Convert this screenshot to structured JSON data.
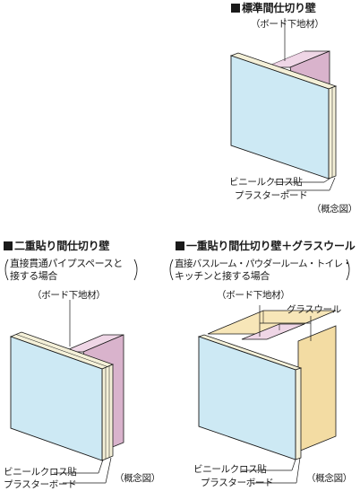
{
  "sections": {
    "standard": {
      "title": "標準間仕切り壁",
      "label_board_base": "（ボード下地材）",
      "label_cloth": "ビニールクロス貼",
      "label_plaster": "プラスターボード",
      "label_concept": "（概念図）"
    },
    "double": {
      "title": "二重貼り間仕切り壁",
      "note_line1": "直接貫通パイプスペースと",
      "note_line2": "接する場合",
      "label_board_base": "（ボード下地材）",
      "label_cloth": "ビニールクロス貼",
      "label_plaster": "プラスターボード",
      "label_concept": "（概念図）"
    },
    "single_glasswool": {
      "title": "一重貼り間仕切り壁＋グラスウール",
      "note_line1": "直接バスルーム・パウダールーム・トイレ・",
      "note_line2": "キッチンと接する場合",
      "label_board_base": "（ボード下地材）",
      "label_glasswool": "グラスウール",
      "label_cloth": "ビニールクロス貼",
      "label_plaster": "プラスターボード",
      "label_concept": "（概念図）"
    }
  },
  "colors": {
    "board_face": "#cde9f4",
    "stud_pink": "#e6c7dc",
    "board_edge": "#f4f0d8",
    "glasswool": "#f3dca3",
    "outline": "#1a1a1a"
  }
}
